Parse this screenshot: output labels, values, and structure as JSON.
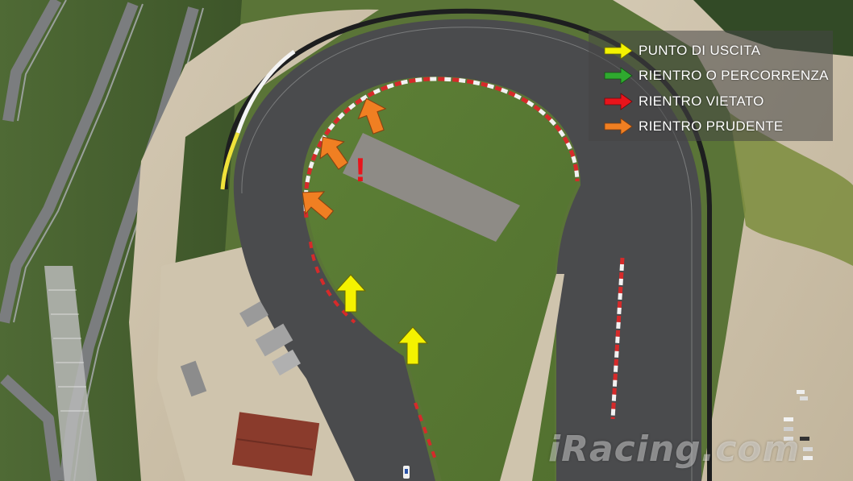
{
  "legend": {
    "items": [
      {
        "label": "PUNTO DI USCITA",
        "color": "#f4f200",
        "icon": "yellow-arrow-icon"
      },
      {
        "label": "RIENTRO O PERCORRENZA",
        "color": "#2fa92f",
        "icon": "green-arrow-icon"
      },
      {
        "label": "RIENTRO VIETATO",
        "color": "#e8141b",
        "icon": "red-arrow-icon"
      },
      {
        "label": "RIENTRO PRUDENTE",
        "color": "#f07f22",
        "icon": "orange-arrow-icon"
      }
    ]
  },
  "map": {
    "warning_mark": "!",
    "watermark": "iRacing.com",
    "colors": {
      "track": "#4a4b4d",
      "grass": "#5c7b34",
      "runoff_sand": "#c8bca6",
      "kerb_red": "#d62a2a",
      "kerb_white": "#f2f2f2"
    }
  }
}
